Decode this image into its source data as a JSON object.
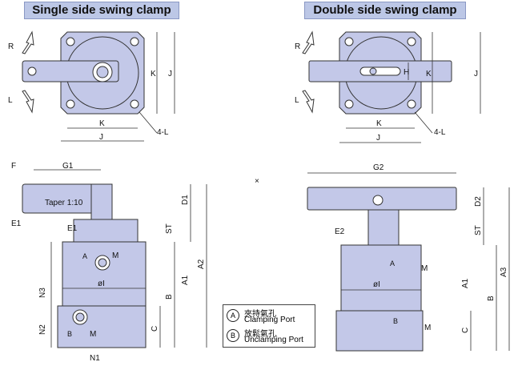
{
  "titles": {
    "single": "Single side swing clamp",
    "double": "Double side swing clamp"
  },
  "dims": {
    "R": "R",
    "L": "L",
    "K": "K",
    "J": "J",
    "H": "H",
    "four_L": "4-L",
    "F": "F",
    "G1": "G1",
    "G2": "G2",
    "taper": "Taper 1:10",
    "E1": "E1",
    "E2": "E2",
    "D1": "D1",
    "D2": "D2",
    "ST": "ST",
    "A1": "A1",
    "A2": "A2",
    "A3": "A3",
    "B": "B",
    "C": "C",
    "N1": "N1",
    "N2": "N2",
    "N3": "N3",
    "M": "M",
    "phiI": "øI",
    "portA": "A",
    "portB": "B",
    "cross": "×"
  },
  "legend": {
    "clamp_zh": "夾持氣孔",
    "clamp_en": "Clamping Port",
    "unclamp_zh": "放鬆氣孔",
    "unclamp_en": "Unclamping Port"
  },
  "colors": {
    "body": "#c3c8e8",
    "stroke": "#333333",
    "title_bg": "#bcc7e6"
  }
}
